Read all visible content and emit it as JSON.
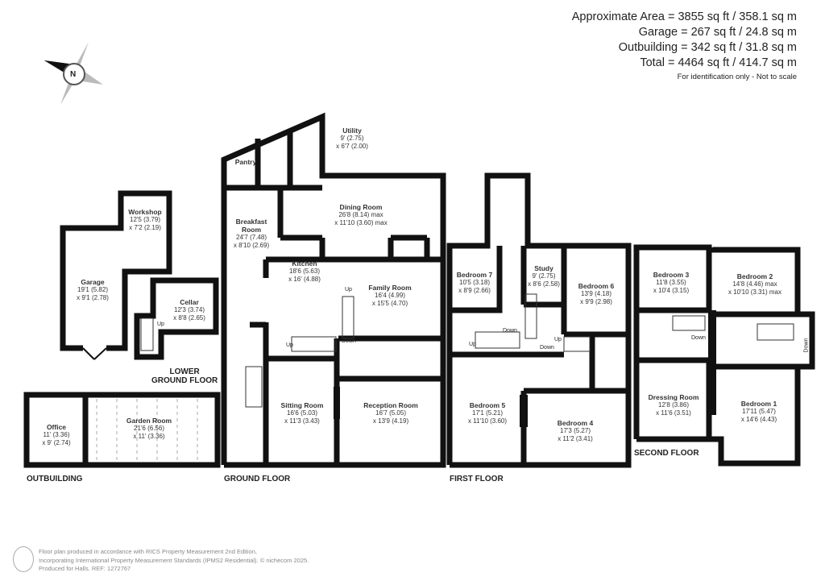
{
  "areas": {
    "approximate": "Approximate Area = 3855 sq ft / 358.1 sq m",
    "garage": "Garage = 267 sq ft / 24.8 sq m",
    "outbuilding": "Outbuilding = 342 sq ft / 31.8 sq m",
    "total": "Total = 4464 sq ft / 414.7 sq m",
    "note": "For identification only - Not to scale"
  },
  "compass": {
    "letter": "N",
    "icon": "north-compass-icon"
  },
  "floors": {
    "lower_ground": {
      "label_line1": "LOWER",
      "label_line2": "GROUND FLOOR"
    },
    "outbuilding": "OUTBUILDING",
    "ground": "GROUND FLOOR",
    "first": "FIRST FLOOR",
    "second": "SECOND FLOOR"
  },
  "rooms": {
    "workshop": {
      "name": "Workshop",
      "dim1": "12'5 (3.79)",
      "dim2": "x 7'2 (2.19)"
    },
    "garage": {
      "name": "Garage",
      "dim1": "19'1 (5.82)",
      "dim2": "x 9'1 (2.78)"
    },
    "cellar": {
      "name": "Cellar",
      "dim1": "12'3 (3.74)",
      "dim2": "x 8'8 (2.65)"
    },
    "office": {
      "name": "Office",
      "dim1": "11' (3.36)",
      "dim2": "x 9' (2.74)"
    },
    "garden_room": {
      "name": "Garden Room",
      "dim1": "21'6 (6.56)",
      "dim2": "x 11' (3.36)"
    },
    "pantry": {
      "name": "Pantry"
    },
    "utility": {
      "name": "Utility",
      "dim1": "9' (2.75)",
      "dim2": "x 6'7 (2.00)"
    },
    "dining_room": {
      "name": "Dining Room",
      "dim1": "26'8 (8.14) max",
      "dim2": "x 11'10 (3.60) max"
    },
    "breakfast_room": {
      "name": "Breakfast Room",
      "dim1": "24'7 (7.48)",
      "dim2": "x 8'10 (2.69)"
    },
    "kitchen": {
      "name": "Kitchen",
      "dim1": "18'6 (5.63)",
      "dim2": "x 16' (4.88)"
    },
    "family_room": {
      "name": "Family Room",
      "dim1": "16'4 (4.99)",
      "dim2": "x 15'5 (4.70)"
    },
    "sitting_room": {
      "name": "Sitting Room",
      "dim1": "16'6 (5.03)",
      "dim2": "x 11'3 (3.43)"
    },
    "reception_room": {
      "name": "Reception Room",
      "dim1": "16'7 (5.05)",
      "dim2": "x 13'9 (4.19)"
    },
    "bedroom7": {
      "name": "Bedroom 7",
      "dim1": "10'5 (3.18)",
      "dim2": "x 8'9 (2.66)"
    },
    "study": {
      "name": "Study",
      "dim1": "9' (2.75)",
      "dim2": "x 8'6 (2.58)"
    },
    "bedroom6": {
      "name": "Bedroom 6",
      "dim1": "13'9 (4.18)",
      "dim2": "x 9'9 (2.98)"
    },
    "bedroom5": {
      "name": "Bedroom 5",
      "dim1": "17'1 (5.21)",
      "dim2": "x 11'10 (3.60)"
    },
    "bedroom4": {
      "name": "Bedroom 4",
      "dim1": "17'3 (5.27)",
      "dim2": "x 11'2 (3.41)"
    },
    "bedroom3": {
      "name": "Bedroom 3",
      "dim1": "11'8 (3.55)",
      "dim2": "x 10'4 (3.15)"
    },
    "bedroom2": {
      "name": "Bedroom 2",
      "dim1": "14'8 (4.46) max",
      "dim2": "x 10'10 (3.31) max"
    },
    "dressing_room": {
      "name": "Dressing Room",
      "dim1": "12'8 (3.86)",
      "dim2": "x 11'6 (3.51)"
    },
    "bedroom1": {
      "name": "Bedroom 1",
      "dim1": "17'11 (5.47)",
      "dim2": "x 14'6 (4.43)"
    }
  },
  "stairs": {
    "up": "Up",
    "down": "Down"
  },
  "footer": {
    "line1": "Floor plan produced in accordance with RICS Property Measurement 2nd Edition,",
    "line2": "Incorporating International Property Measurement Standards (IPMS2 Residential).   © nichecom 2025.",
    "line3": "Produced for Halls.   REF: 1272767"
  }
}
